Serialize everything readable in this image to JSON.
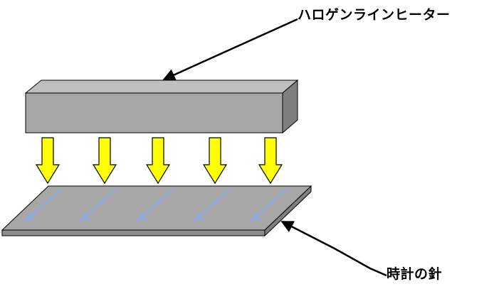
{
  "labels": {
    "heater": "ハロゲンラインヒーター",
    "needle": "時計の針"
  },
  "colors": {
    "heater_front": "#a6a6a6",
    "heater_top": "#bfbfbf",
    "heater_side": "#7f7f7f",
    "plate_top": "#a6a6a6",
    "plate_edge": "#8c8c8c",
    "heat_arrow_fill": "#ffff00",
    "heat_arrow_stroke": "#000000",
    "scan_arrow": "#8eaadb",
    "pointer": "#000000"
  },
  "heat_arrow_count": 5,
  "scan_arrow_count": 5
}
